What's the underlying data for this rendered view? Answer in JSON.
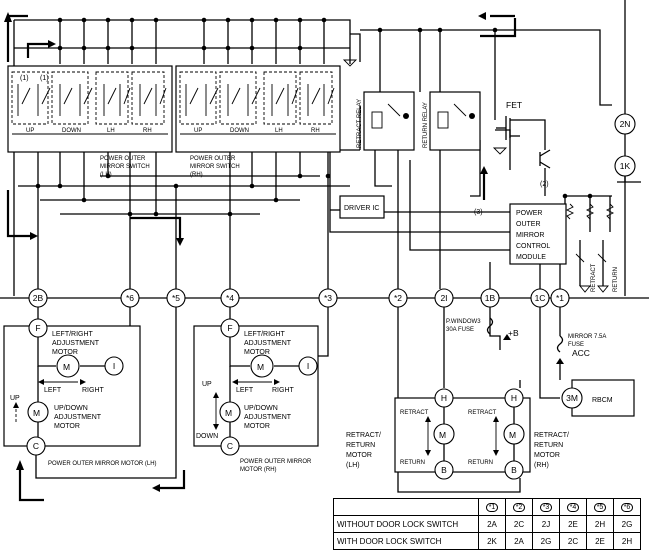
{
  "switch_labels": {
    "up": "UP",
    "down": "DOWN",
    "lh": "LH",
    "rh": "RH",
    "mark1": "(1)",
    "mark2": "(2)",
    "mark3": "(3)"
  },
  "switch_lh": {
    "line1": "POWER OUTER",
    "line2": "MIRROR SWITCH",
    "line3": "(LH)"
  },
  "switch_rh": {
    "line1": "POWER OUTER",
    "line2": "MIRROR SWITCH",
    "line3": "(RH)"
  },
  "relays": {
    "retract": "RETRACT RELAY",
    "return": "RETURN RELAY",
    "fet": "FET",
    "driver_ic": "DRIVER IC"
  },
  "module": {
    "line1": "POWER",
    "line2": "OUTER",
    "line3": "MIRROR",
    "line4": "CONTROL",
    "line5": "MODULE"
  },
  "limit_switches": {
    "retract": "RETRACT",
    "return": "RETURN"
  },
  "connectors": {
    "c2B": "2B",
    "c6": "*6",
    "c5": "*5",
    "c4": "*4",
    "c3": "*3",
    "c2": "*2",
    "c2I": "2I",
    "c1B": "1B",
    "c1C": "1C",
    "c1": "*1",
    "c2N": "2N",
    "c1K": "1K",
    "c3M": "3M"
  },
  "motor_lh": {
    "lr_line1": "LEFT/RIGHT",
    "lr_line2": "ADJUSTMENT",
    "lr_line3": "MOTOR",
    "ud_line1": "UP/DOWN",
    "ud_line2": "ADJUSTMENT",
    "ud_line3": "MOTOR",
    "left": "LEFT",
    "right": "RIGHT",
    "up": "UP",
    "m": "M",
    "term_f": "F",
    "term_i": "I",
    "term_c": "C",
    "caption": "POWER OUTER MIRROR MOTOR (LH)"
  },
  "motor_rh": {
    "lr_line1": "LEFT/RIGHT",
    "lr_line2": "ADJUSTMENT",
    "lr_line3": "MOTOR",
    "ud_line1": "UP/DOWN",
    "ud_line2": "ADJUSTMENT",
    "ud_line3": "MOTOR",
    "left": "LEFT",
    "right": "RIGHT",
    "up": "UP",
    "down": "DOWN",
    "m": "M",
    "term_f": "F",
    "term_i": "I",
    "term_c": "C",
    "caption_line1": "POWER OUTER MIRROR",
    "caption_line2": "MOTOR (RH)"
  },
  "fuses": {
    "pwindow_line1": "P.WINDOW3",
    "pwindow_line2": "30A FUSE",
    "plus_b": "+B",
    "mirror_line1": "MIRROR 7.5A",
    "mirror_line2": "FUSE",
    "acc": "ACC"
  },
  "rbcm": "RBCM",
  "return_motor": {
    "retract": "RETRACT",
    "return": "RETURN",
    "m": "M",
    "term_h": "H",
    "term_b": "B",
    "lh_line1": "RETRACT/",
    "lh_line2": "RETURN",
    "lh_line3": "MOTOR",
    "lh_line4": "(LH)",
    "rh_line1": "RETRACT/",
    "rh_line2": "RETURN",
    "rh_line3": "MOTOR",
    "rh_line4": "(RH)"
  },
  "conn_table": {
    "headers": [
      "*1",
      "*2",
      "*3",
      "*4",
      "*5",
      "*6"
    ],
    "rows": [
      {
        "label": "WITHOUT DOOR LOCK SWITCH",
        "values": [
          "2A",
          "2C",
          "2J",
          "2E",
          "2H",
          "2G"
        ]
      },
      {
        "label": "WITH DOOR LOCK SWITCH",
        "values": [
          "2K",
          "2A",
          "2G",
          "2C",
          "2E",
          "2H"
        ]
      }
    ]
  }
}
